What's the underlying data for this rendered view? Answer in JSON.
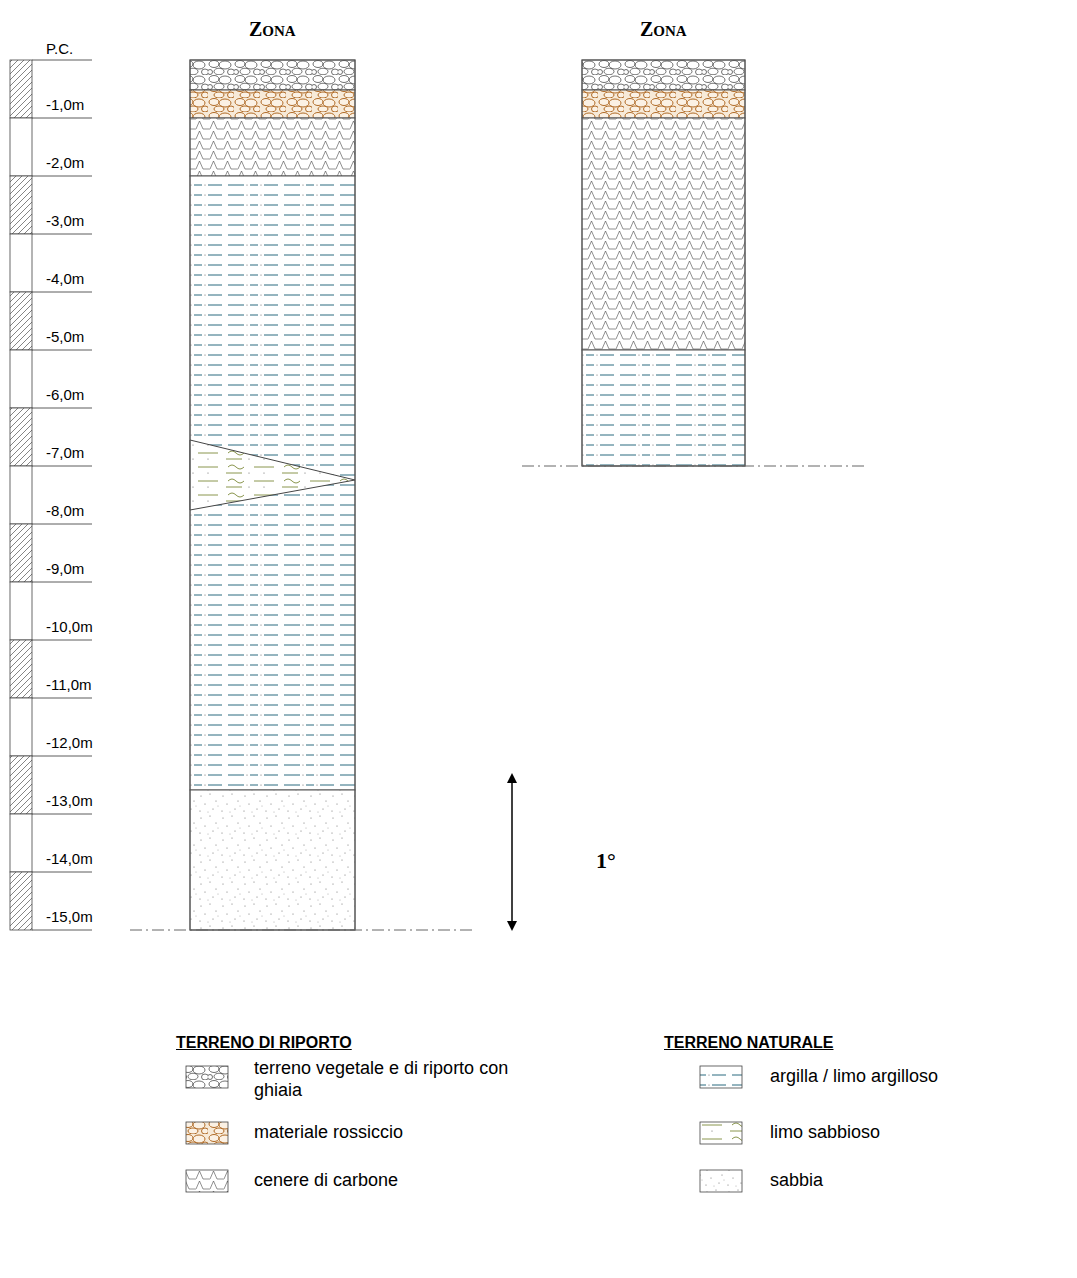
{
  "diagram": {
    "nodes": [
      {
        "text": [
          "ZONA"
        ]
      },
      {
        "text": [
          "ZONA"
        ]
      }
    ],
    "labels": [
      "P.C.",
      "-1,0m",
      "-2,0m",
      "-3,0m",
      "-4,0m",
      "-5,0m",
      "-6,0m",
      "-7,0m",
      "-8,0m",
      "-9,0m",
      "-10,0m",
      "-11,0m",
      "-12,0m",
      "-13,0m",
      "-14,0m",
      "-15,0m",
      "1°",
      "TERRENO DI RIPORTO",
      "TERRENO NATURALE"
    ],
    "legend": [
      {
        "text": "terreno vegetale e di riporto con ghiaia"
      },
      {
        "text": "materiale rossiccio"
      },
      {
        "text": "cenere di carbone"
      },
      {
        "text": "argilla / limo argilloso"
      },
      {
        "text": "limo sabbioso"
      },
      {
        "text": "sabbia"
      }
    ]
  }
}
